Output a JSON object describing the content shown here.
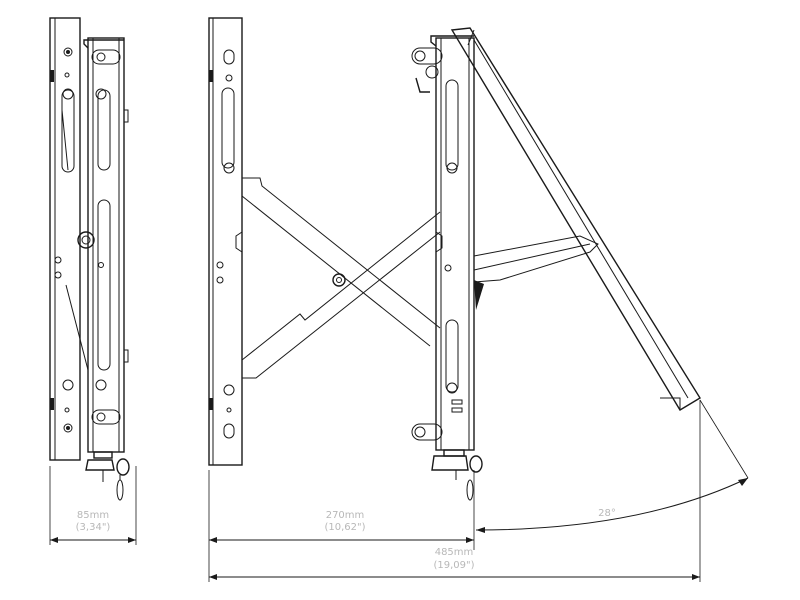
{
  "dimensions": {
    "depth_closed": {
      "metric": "85mm",
      "imperial": "(3,34\")"
    },
    "depth_arm": {
      "metric": "270mm",
      "imperial": "(10,62\")"
    },
    "depth_extended": {
      "metric": "485mm",
      "imperial": "(19,09\")"
    },
    "tilt_angle": "28°"
  }
}
